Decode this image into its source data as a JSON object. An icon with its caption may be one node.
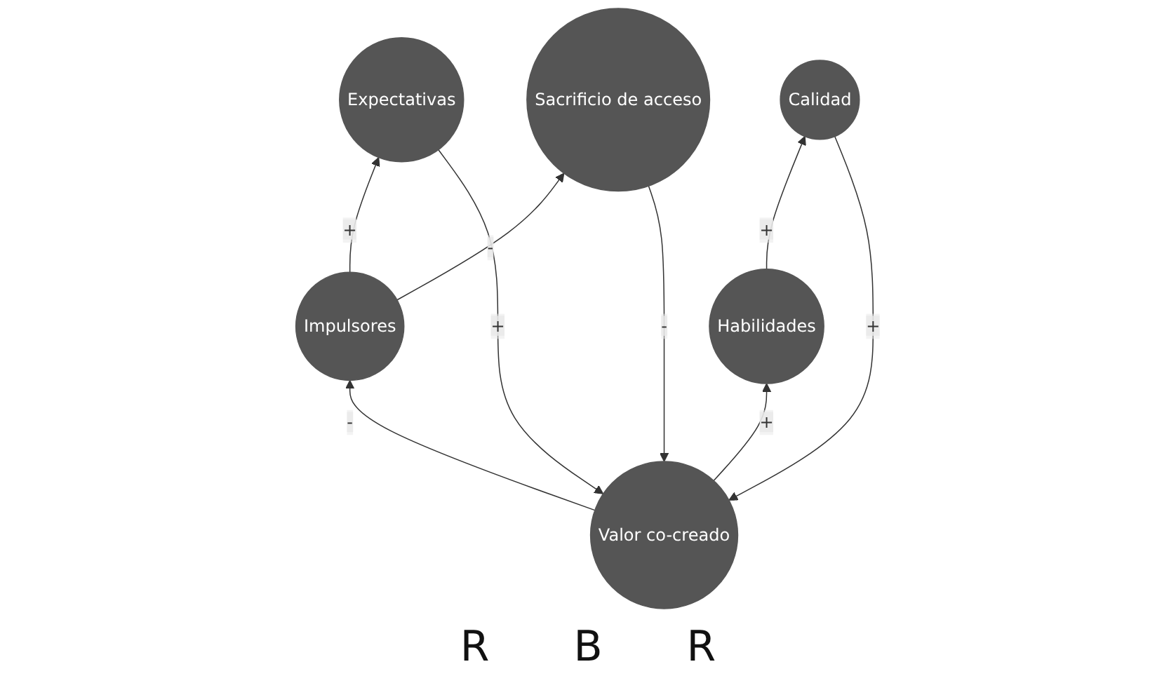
{
  "diagram": {
    "nodes": [
      {
        "text": [
          "Valor co-creado"
        ]
      },
      {
        "text": [
          "Expectativas"
        ]
      },
      {
        "text": [
          "Sacrificio de acceso"
        ]
      },
      {
        "text": [
          "Calidad"
        ]
      },
      {
        "text": [
          "Impulsores"
        ]
      },
      {
        "text": [
          "Habilidades"
        ]
      }
    ],
    "edges": [
      {
        "from": 1,
        "to": 0,
        "arrow": "to",
        "label": "+"
      },
      {
        "from": 2,
        "to": 0,
        "arrow": "to",
        "label": "-"
      },
      {
        "from": 3,
        "to": 0,
        "arrow": "to",
        "label": "+"
      },
      {
        "from": 4,
        "to": 1,
        "arrow": "to",
        "label": "+"
      },
      {
        "from": 4,
        "to": 2,
        "arrow": "to",
        "label": "-"
      },
      {
        "from": 0,
        "to": 4,
        "arrow": "to",
        "label": "-"
      },
      {
        "from": 0,
        "to": 5,
        "arrow": "to",
        "label": "+"
      },
      {
        "from": 5,
        "to": 3,
        "arrow": "to",
        "label": "+"
      }
    ],
    "labels": [
      "R",
      "B",
      "R"
    ]
  }
}
